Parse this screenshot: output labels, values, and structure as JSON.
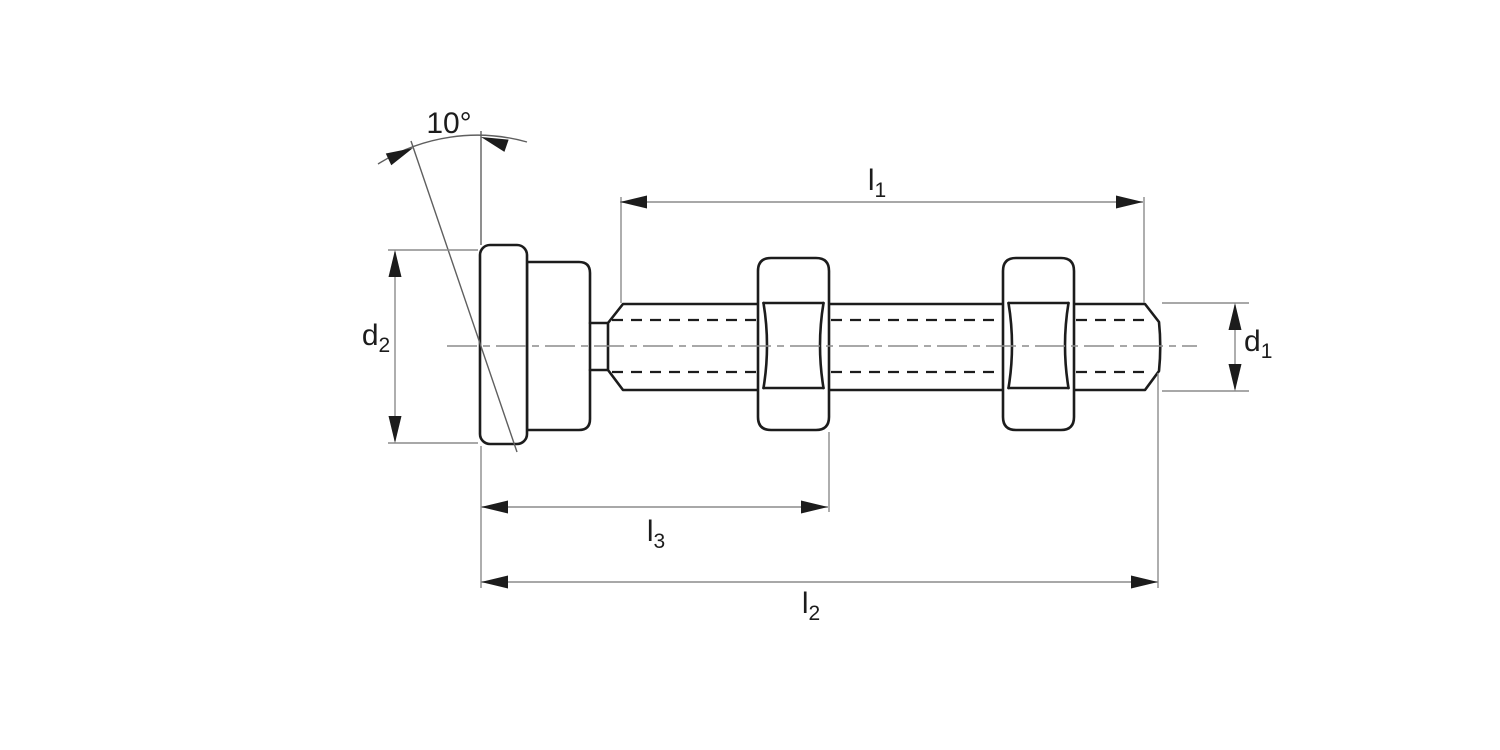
{
  "drawing": {
    "kind": "technical-dimension-drawing",
    "colors": {
      "background": "#ffffff",
      "outline": "#1c1c1c",
      "thin_line": "#8c8c8c",
      "angle_line": "#5f5f5f",
      "text": "#1c1c1c"
    },
    "labels": {
      "angle": "10°",
      "l1": {
        "base": "l",
        "sub": "1"
      },
      "l2": {
        "base": "l",
        "sub": "2"
      },
      "l3": {
        "base": "l",
        "sub": "3"
      },
      "d1": {
        "base": "d",
        "sub": "1"
      },
      "d2": {
        "base": "d",
        "sub": "2"
      }
    }
  }
}
